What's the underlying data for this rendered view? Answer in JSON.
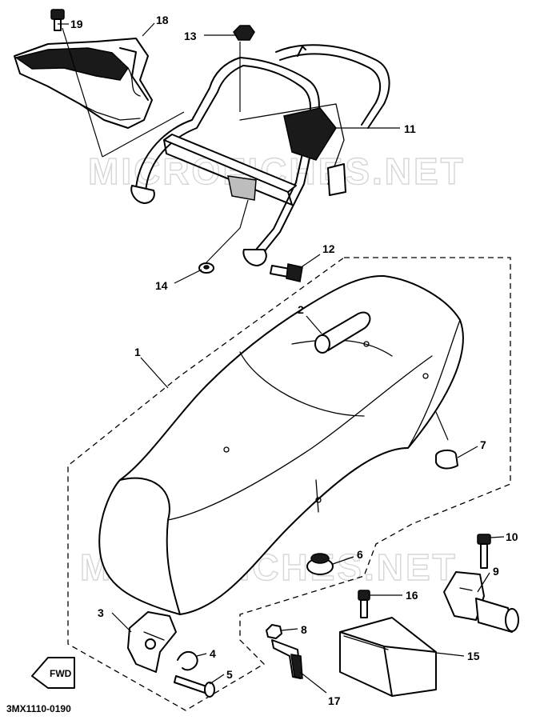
{
  "diagram": {
    "watermark": "MICROFICHES.NET",
    "code": "3MX1110-0190",
    "fwd_label": "FWD",
    "callouts": [
      {
        "id": "1",
        "label": "1"
      },
      {
        "id": "2",
        "label": "2"
      },
      {
        "id": "3",
        "label": "3"
      },
      {
        "id": "4",
        "label": "4"
      },
      {
        "id": "5",
        "label": "5"
      },
      {
        "id": "6",
        "label": "6"
      },
      {
        "id": "7",
        "label": "7"
      },
      {
        "id": "8",
        "label": "8"
      },
      {
        "id": "9",
        "label": "9"
      },
      {
        "id": "10",
        "label": "10"
      },
      {
        "id": "11",
        "label": "11"
      },
      {
        "id": "12",
        "label": "12"
      },
      {
        "id": "13",
        "label": "13"
      },
      {
        "id": "14",
        "label": "14"
      },
      {
        "id": "15",
        "label": "15"
      },
      {
        "id": "16",
        "label": "16"
      },
      {
        "id": "17",
        "label": "17"
      },
      {
        "id": "18",
        "label": "18"
      },
      {
        "id": "19",
        "label": "19"
      }
    ]
  }
}
